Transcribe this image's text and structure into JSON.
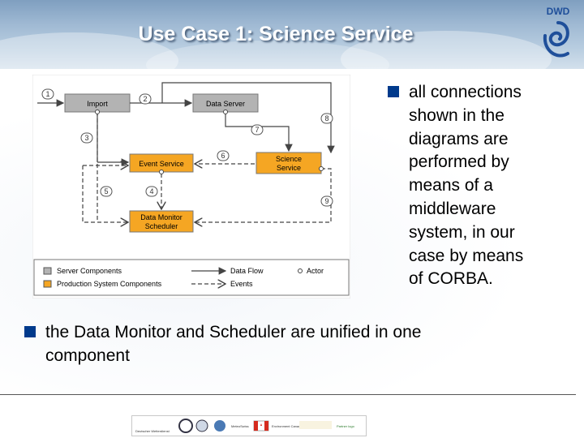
{
  "slide": {
    "title": "Use Case 1: Science Service"
  },
  "logo": {
    "text": "DWD"
  },
  "diagram": {
    "nodes": {
      "import": "Import",
      "data_server": "Data Server",
      "event_service": "Event Service",
      "science_service_line1": "Science",
      "science_service_line2": "Service",
      "dms_line1": "Data Monitor",
      "dms_line2": "Scheduler"
    },
    "numbers": [
      "1",
      "2",
      "3",
      "4",
      "5",
      "6",
      "7",
      "8",
      "9"
    ],
    "legend": {
      "server_components": "Server Components",
      "production_components": "Production System Components",
      "data_flow": "Data Flow",
      "events": "Events",
      "actor": "Actor"
    },
    "colors": {
      "server": "#b3b3b3",
      "production": "#f5a623"
    }
  },
  "bullets": [
    {
      "text": "all connections shown in the diagrams are performed by means of a middleware system, in our case by means of CORBA."
    },
    {
      "text": "the Data Monitor and Scheduler are unified in one component"
    }
  ],
  "bullet_lines": {
    "b1": [
      "all connections",
      "shown in the",
      "diagrams are",
      "performed by",
      "means of a",
      "middleware",
      "system, in our",
      "case by means",
      "of CORBA."
    ],
    "b2": [
      "the Data Monitor and Scheduler are unified in one",
      "component"
    ]
  },
  "footer": {
    "logos": [
      "Deutscher Wetterdienst",
      "MeteoSwiss",
      "Environment Canada",
      "Partner logo"
    ]
  }
}
